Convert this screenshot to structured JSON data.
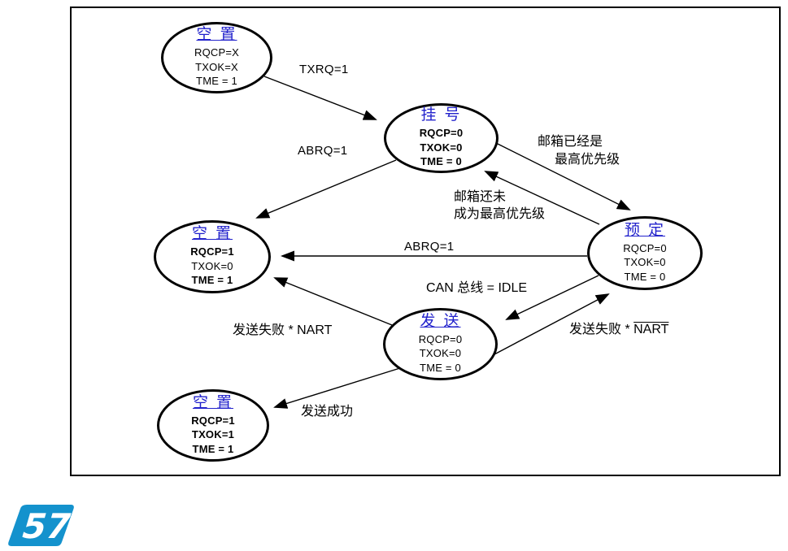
{
  "figure": {
    "type": "state-diagram",
    "subject": "CAN 发送邮箱状态图"
  },
  "colors": {
    "state_title_blue": "#2222cc",
    "logo_blue": "#1492cd",
    "line_black": "#000000"
  },
  "states": [
    {
      "name": "empty-top",
      "title": "空 置",
      "fields": [
        {
          "text": "RQCP=X"
        },
        {
          "text": "TXOK=X"
        },
        {
          "text": "TME = 1"
        }
      ]
    },
    {
      "name": "pending",
      "title": "挂 号",
      "fields": [
        {
          "text": "RQCP=0"
        },
        {
          "text": "TXOK=0"
        },
        {
          "text": "TME = 0"
        }
      ]
    },
    {
      "name": "empty-left",
      "title": "空 置",
      "fields": [
        {
          "text": "RQCP=1"
        },
        {
          "text": "TXOK=0"
        },
        {
          "text": "TME = 1"
        }
      ]
    },
    {
      "name": "scheduled",
      "title": "预 定",
      "fields": [
        {
          "text": "RQCP=0"
        },
        {
          "text": "TXOK=0"
        },
        {
          "text": "TME = 0"
        }
      ]
    },
    {
      "name": "transmit",
      "title": "发 送",
      "fields": [
        {
          "text": "RQCP=0"
        },
        {
          "text": "TXOK=0"
        },
        {
          "text": "TME = 0"
        }
      ]
    },
    {
      "name": "empty-bottom",
      "title": "空 置",
      "fields": [
        {
          "text": "RQCP=1"
        },
        {
          "text": "TXOK=1"
        },
        {
          "text": "TME = 1"
        }
      ]
    }
  ],
  "edges": {
    "txrq": "TXRQ=1",
    "abrq_upper": "ABRQ=1",
    "abrq_mid": "ABRQ=1",
    "highest_line1": "邮箱已经是",
    "highest_line2": "最高优先级",
    "not_highest_line1": "邮箱还未",
    "not_highest_line2": "成为最高优先级",
    "can_idle": "CAN 总线 = IDLE",
    "fail_nart_plain": "发送失败 * NART",
    "fail_nart_prefix": "发送失败 * ",
    "fail_nart_overline": "NART",
    "success": "发送成功"
  },
  "logo": {
    "text": "57"
  }
}
